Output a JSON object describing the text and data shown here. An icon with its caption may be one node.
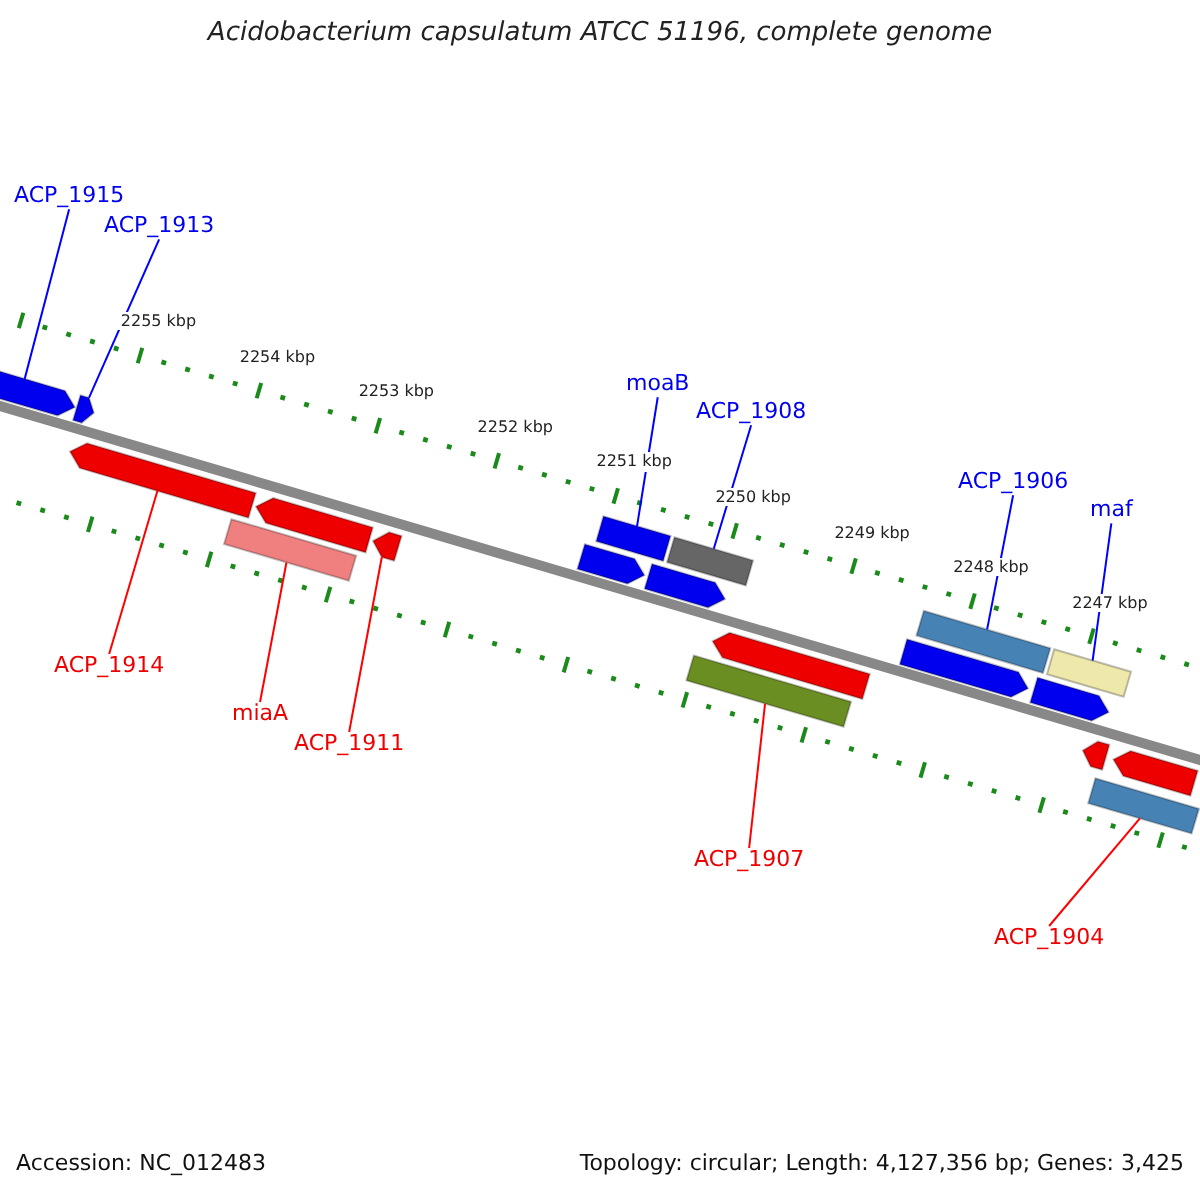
{
  "diagram": {
    "title": "Acidobacterium capsulatum ATCC 51196, complete genome",
    "nodes": [
      {
        "text": [
          "ACP_1915"
        ]
      },
      {
        "text": [
          "ACP_1913"
        ]
      },
      {
        "text": [
          "moaB"
        ]
      },
      {
        "text": [
          "ACP_1908"
        ]
      },
      {
        "text": [
          "ACP_1906"
        ]
      },
      {
        "text": [
          "maf"
        ]
      },
      {
        "text": [
          "ACP_1914"
        ]
      },
      {
        "text": [
          "miaA"
        ]
      },
      {
        "text": [
          "ACP_1911"
        ]
      },
      {
        "text": [
          "ACP_1907"
        ]
      },
      {
        "text": [
          "ACP_1904"
        ]
      },
      {
        "text": [],
        "shape": "arrow"
      },
      {
        "text": [],
        "shape": "arrow"
      },
      {
        "text": [],
        "shape": "arrow"
      },
      {
        "text": [],
        "shape": "bar"
      },
      {
        "text": [],
        "shape": "arrow"
      },
      {
        "text": [],
        "shape": "arrow"
      },
      {
        "text": [],
        "shape": "arrow"
      },
      {
        "text": [],
        "shape": "bar"
      },
      {
        "text": [],
        "shape": "arrow"
      },
      {
        "text": [],
        "shape": "bar"
      },
      {
        "text": [],
        "shape": "bar"
      },
      {
        "text": [],
        "shape": "arrow"
      },
      {
        "text": [],
        "shape": "arrow"
      },
      {
        "text": [],
        "shape": "bar"
      },
      {
        "text": [],
        "shape": "arrow"
      },
      {
        "text": [],
        "shape": "bar"
      },
      {
        "text": [],
        "shape": "arrow"
      },
      {
        "text": [],
        "shape": "bar"
      },
      {
        "text": [],
        "shape": "arrow"
      }
    ],
    "edges": [
      {
        "from": 0,
        "to": 11,
        "arrow": "none",
        "color": "#0000ff"
      },
      {
        "from": 1,
        "to": 12,
        "arrow": "none",
        "color": "#0000ff"
      },
      {
        "from": 2,
        "to": 18,
        "arrow": "none",
        "color": "#0000ff"
      },
      {
        "from": 3,
        "to": 20,
        "arrow": "none",
        "color": "#0000ff"
      },
      {
        "from": 4,
        "to": 24,
        "arrow": "none",
        "color": "#0000ff"
      },
      {
        "from": 5,
        "to": 26,
        "arrow": "none",
        "color": "#0000ff"
      },
      {
        "from": 6,
        "to": 13,
        "arrow": "none",
        "color": "#ff0000"
      },
      {
        "from": 7,
        "to": 14,
        "arrow": "none",
        "color": "#ff0000"
      },
      {
        "from": 8,
        "to": 16,
        "arrow": "none",
        "color": "#ff0000"
      },
      {
        "from": 9,
        "to": 21,
        "arrow": "none",
        "color": "#ff0000"
      },
      {
        "from": 10,
        "to": 28,
        "arrow": "none",
        "color": "#ff0000"
      }
    ],
    "labels": [
      "2255 kbp",
      "2254 kbp",
      "2253 kbp",
      "2252 kbp",
      "2251 kbp",
      "2250 kbp",
      "2249 kbp",
      "2248 kbp",
      "2247 kbp",
      "Accession: NC_012483",
      "Topology: circular; Length: 4,127,356 bp; Genes: 3,425"
    ]
  }
}
